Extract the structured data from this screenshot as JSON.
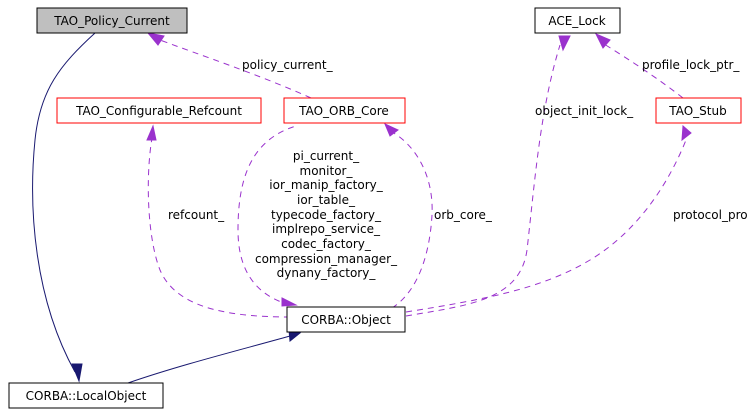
{
  "diagram": {
    "title": "Collaboration diagram for CORBA::LocalObject",
    "colors": {
      "focus_fill": "#bfbfbf",
      "node_border": "#000000",
      "incomplete_border": "#ff0000",
      "member_edge": "#9a32cd",
      "inherit_edge": "#191970"
    },
    "nodes": {
      "policy_current": "TAO_Policy_Current",
      "configurable_refcount": "TAO_Configurable_Refcount",
      "orb_core": "TAO_ORB_Core",
      "ace_lock": "ACE_Lock",
      "tao_stub": "TAO_Stub",
      "corba_object": "CORBA::Object",
      "local_object": "CORBA::LocalObject"
    },
    "edge_labels": {
      "policy_current": "policy_current_",
      "refcount": "refcount_",
      "orb_core": "orb_core_",
      "object_init_lock": "object_init_lock_",
      "profile_lock_ptr": "profile_lock_ptr_",
      "protocol_proxy": "protocol_pro",
      "orb_members": [
        "pi_current_",
        "monitor_",
        "ior_manip_factory_",
        "ior_table_",
        "typecode_factory_",
        "implrepo_service_",
        "codec_factory_",
        "compression_manager_",
        "dynany_factory_"
      ]
    }
  }
}
